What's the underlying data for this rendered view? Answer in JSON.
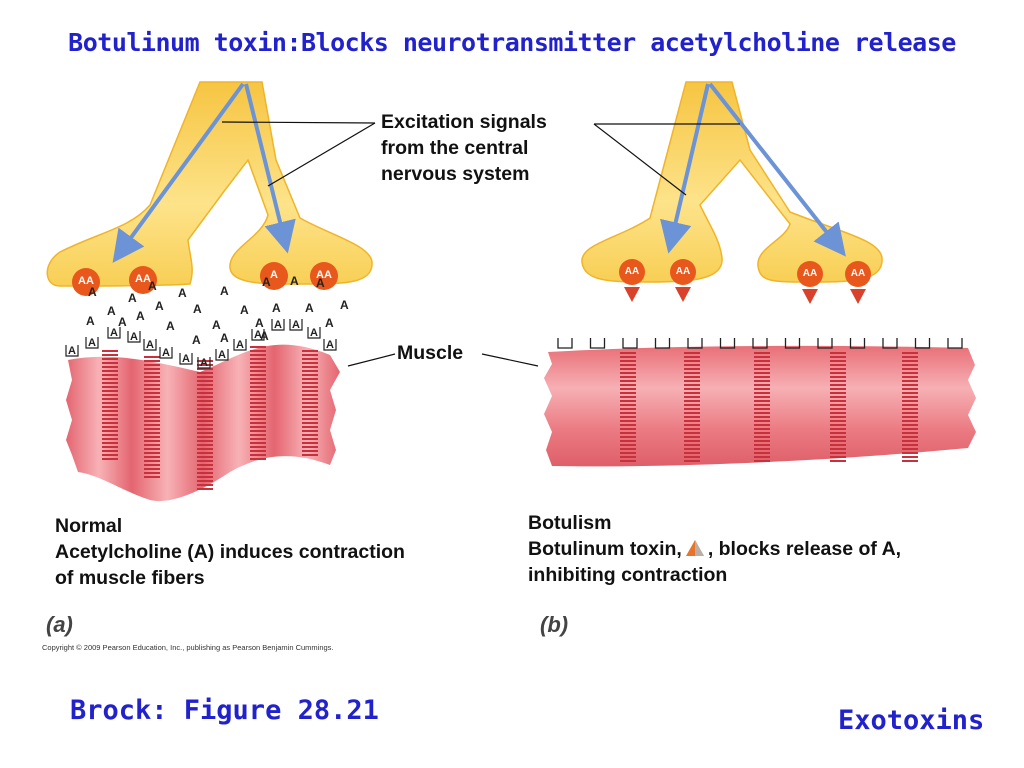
{
  "title": "Botulinum toxin:Blocks neurotransmitter acetylcholine release",
  "labels": {
    "excitation": [
      "Excitation signals",
      "from the central",
      "nervous system"
    ],
    "muscle": "Muscle",
    "acetylcholine_symbol": "A"
  },
  "panel_a": {
    "letter": "(a)",
    "heading": "Normal",
    "line1": "Acetylcholine (A) induces contraction",
    "line2": "of muscle fibers"
  },
  "panel_b": {
    "letter": "(b)",
    "heading": "Botulism",
    "line1_pre": "Botulinum toxin,",
    "line1_post": ", blocks release of A,",
    "line2": "inhibiting contraction"
  },
  "copyright": "Copyright © 2009 Pearson Education, Inc., publishing as Pearson Benjamin Cummings.",
  "reference": "Brock: Figure 28.21",
  "topic": "Exotoxins",
  "colors": {
    "title_blue": "#2222cc",
    "neuron_yellow": "#fcd34d",
    "neuron_edge": "#f0b429",
    "muscle_pink": "#e66a72",
    "muscle_light": "#f4a8ad",
    "vesicle_orange": "#e8581c",
    "signal_arrow": "#6b93d6"
  }
}
